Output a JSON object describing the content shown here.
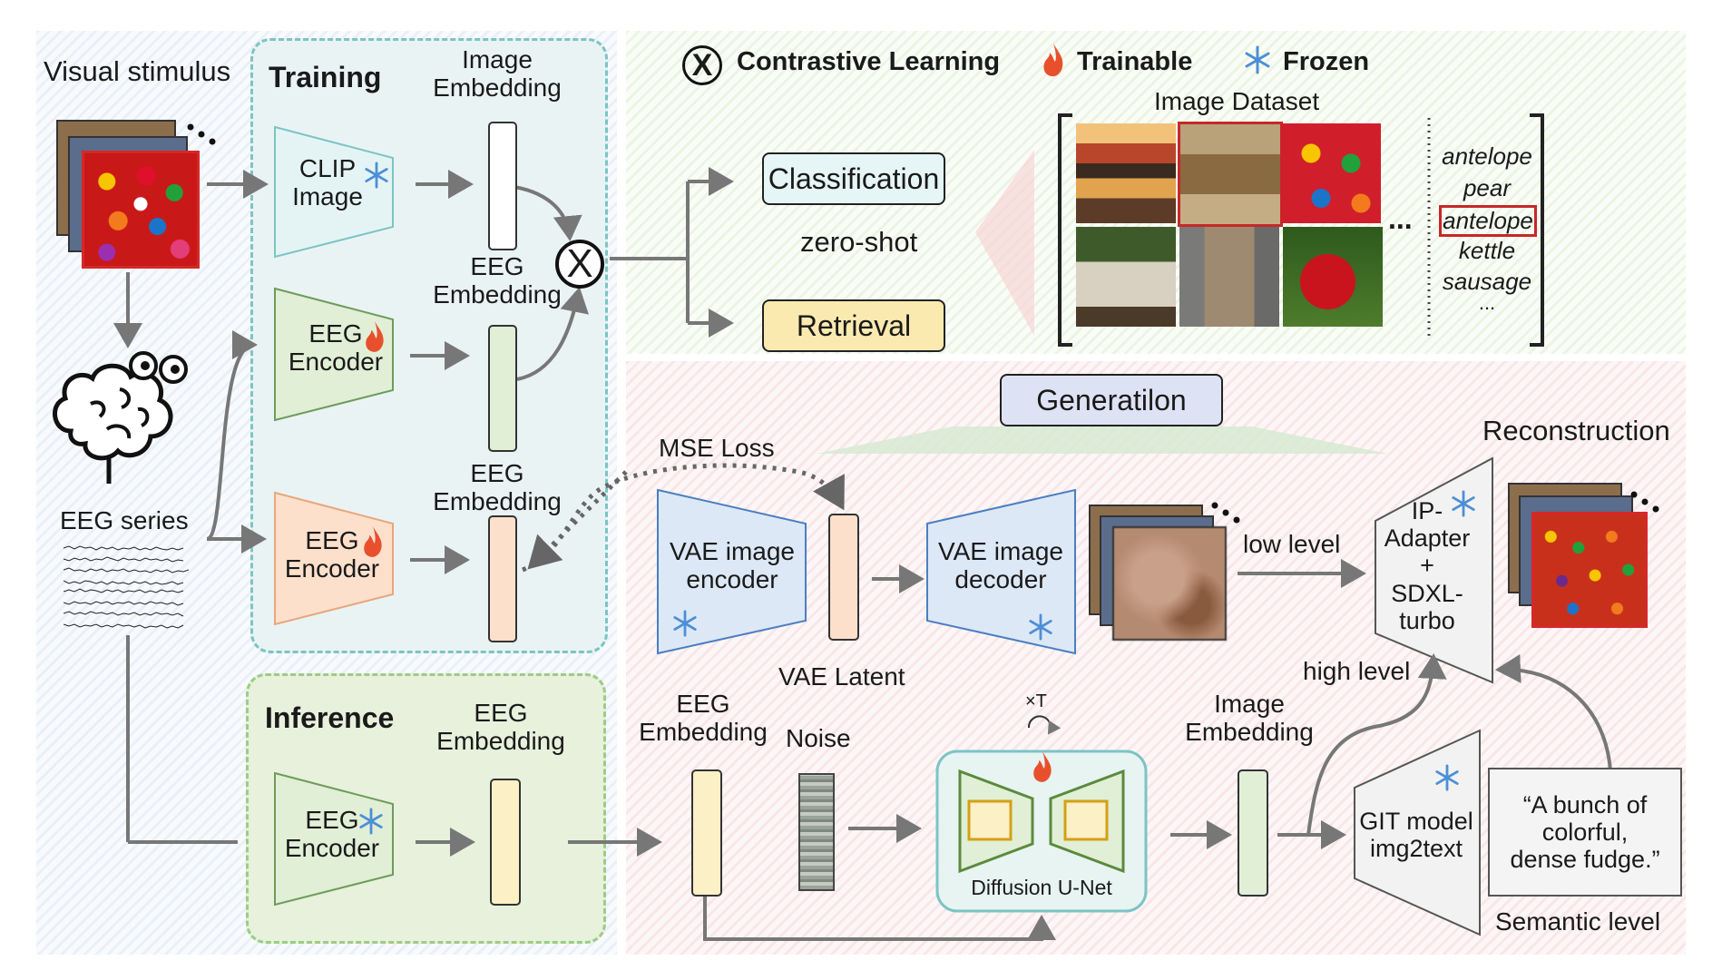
{
  "legend": {
    "contrastive_symbol": "X",
    "contrastive_label": "Contrastive Learning",
    "trainable_label": "Trainable",
    "frozen_label": "Frozen"
  },
  "left": {
    "visual_stimulus": "Visual stimulus",
    "eeg_series": "EEG series"
  },
  "training": {
    "title": "Training",
    "image_embedding": "Image\nEmbedding",
    "clip_image": "CLIP\nImage",
    "eeg_encoder_1": "EEG\nEncoder",
    "eeg_embedding_1": "EEG\nEmbedding",
    "eeg_encoder_2": "EEG\nEncoder",
    "eeg_embedding_2": "EEG\nEmbedding",
    "cross_symbol": "X"
  },
  "inference": {
    "title": "Inference",
    "eeg_embedding": "EEG\nEmbedding",
    "eeg_encoder": "EEG\nEncoder"
  },
  "tasks": {
    "classification": "Classification",
    "zero_shot": "zero-shot",
    "retrieval": "Retrieval"
  },
  "dataset": {
    "title": "Image Dataset",
    "ellipsis": "...",
    "labels": [
      "antelope",
      "pear",
      "antelope",
      "kettle",
      "sausage",
      "..."
    ],
    "highlighted_label_index": 2
  },
  "generation": {
    "title": "Generatilon",
    "mse_loss": "MSE Loss",
    "vae_encoder": "VAE image\nencoder",
    "vae_latent": "VAE Latent",
    "vae_decoder": "VAE image\ndecoder",
    "low_level": "low level",
    "reconstruction": "Reconstruction",
    "ip_adapter": "IP-\nAdapter\n+\nSDXL-\nturbo",
    "high_level": "high level",
    "eeg_embedding": "EEG\nEmbedding",
    "noise": "Noise",
    "xT": "×T",
    "diffusion_unet": "Diffusion U-Net",
    "image_embedding": "Image\nEmbedding",
    "git_model": "GIT model\nimg2text",
    "caption": "“A bunch of\ncolorful,\ndense fudge.”",
    "semantic_level": "Semantic level"
  },
  "colors": {
    "teal_dash": "#7cc4c4",
    "green_dash": "#9ccc86",
    "clip_fill": "#e4f4f4",
    "eeg_green": "#e1efd6",
    "eeg_orange": "#fde0cc",
    "eeg_yellow": "#fbf0c6",
    "vae_blue": "#dde8f6",
    "classification_fill": "#e6f5f5",
    "retrieval_fill": "#fbeab0",
    "generation_fill": "#dde3f4",
    "flame": "#e8502d",
    "snowflake": "#4d8fd6",
    "highlight_red": "#c62828"
  }
}
